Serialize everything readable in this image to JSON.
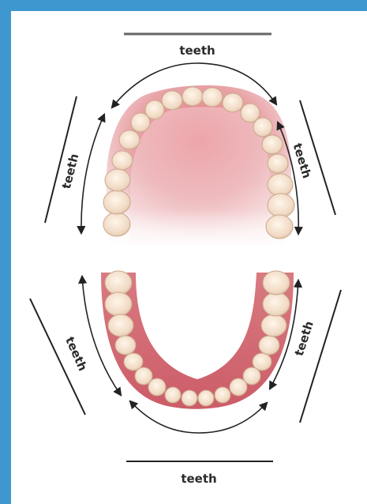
{
  "colors": {
    "frame_background": "#3f97cf",
    "panel_background": "#ffffff",
    "gum": "#cf5b66",
    "tooth": "#f1ddc8",
    "line": "#222222"
  },
  "labels": {
    "top": "teeth",
    "upper_left": "teeth",
    "upper_right": "teeth",
    "lower_left": "teeth",
    "lower_right": "teeth",
    "bottom": "teeth"
  }
}
